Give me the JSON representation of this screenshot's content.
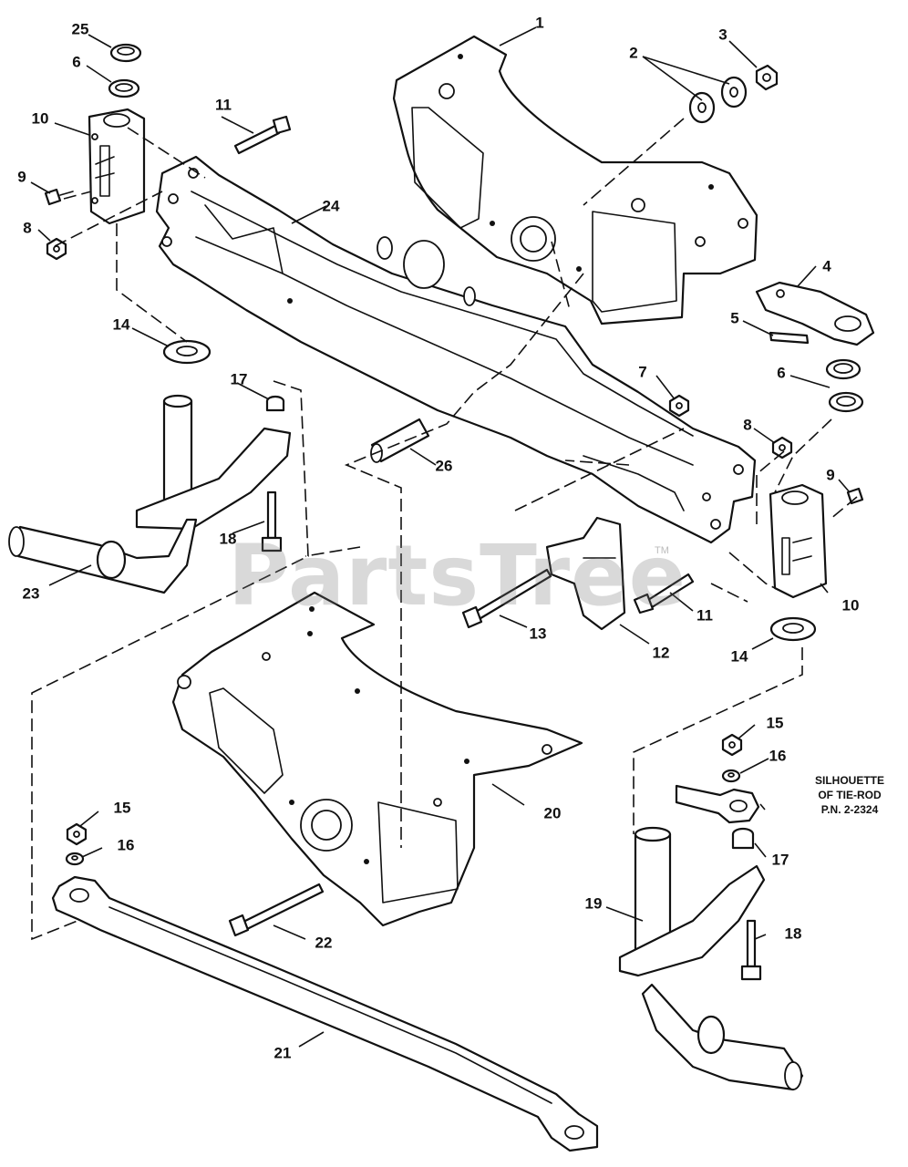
{
  "watermark": {
    "text": "PartsTree",
    "trademark": "TM"
  },
  "note": {
    "line1": "SILHOUETTE",
    "line2": "OF TIE-ROD",
    "line3": "P.N. 2-2324"
  },
  "callouts": [
    {
      "id": "c1",
      "label": "1"
    },
    {
      "id": "c2",
      "label": "2"
    },
    {
      "id": "c3",
      "label": "3"
    },
    {
      "id": "c4",
      "label": "4"
    },
    {
      "id": "c5",
      "label": "5"
    },
    {
      "id": "c6a",
      "label": "6"
    },
    {
      "id": "c6b",
      "label": "6"
    },
    {
      "id": "c7",
      "label": "7"
    },
    {
      "id": "c8a",
      "label": "8"
    },
    {
      "id": "c8b",
      "label": "8"
    },
    {
      "id": "c9a",
      "label": "9"
    },
    {
      "id": "c9b",
      "label": "9"
    },
    {
      "id": "c10a",
      "label": "10"
    },
    {
      "id": "c10b",
      "label": "10"
    },
    {
      "id": "c11a",
      "label": "11"
    },
    {
      "id": "c11b",
      "label": "11"
    },
    {
      "id": "c12",
      "label": "12"
    },
    {
      "id": "c13",
      "label": "13"
    },
    {
      "id": "c14a",
      "label": "14"
    },
    {
      "id": "c14b",
      "label": "14"
    },
    {
      "id": "c15a",
      "label": "15"
    },
    {
      "id": "c15b",
      "label": "15"
    },
    {
      "id": "c16a",
      "label": "16"
    },
    {
      "id": "c16b",
      "label": "16"
    },
    {
      "id": "c17a",
      "label": "17"
    },
    {
      "id": "c17b",
      "label": "17"
    },
    {
      "id": "c18a",
      "label": "18"
    },
    {
      "id": "c18b",
      "label": "18"
    },
    {
      "id": "c19",
      "label": "19"
    },
    {
      "id": "c20",
      "label": "20"
    },
    {
      "id": "c21",
      "label": "21"
    },
    {
      "id": "c22",
      "label": "22"
    },
    {
      "id": "c23",
      "label": "23"
    },
    {
      "id": "c24",
      "label": "24"
    },
    {
      "id": "c25",
      "label": "25"
    },
    {
      "id": "c26",
      "label": "26"
    }
  ]
}
